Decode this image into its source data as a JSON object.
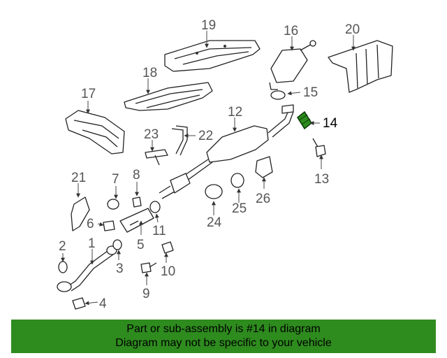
{
  "diagram": {
    "callouts": [
      "1",
      "2",
      "3",
      "4",
      "5",
      "6",
      "7",
      "8",
      "9",
      "10",
      "11",
      "12",
      "13",
      "14",
      "15",
      "16",
      "17",
      "18",
      "19",
      "20",
      "21",
      "22",
      "23",
      "24",
      "25",
      "26"
    ],
    "highlighted": "14",
    "highlight_color": "#2e8b1e"
  },
  "banner": {
    "line1": "Part or sub-assembly is #14 in diagram",
    "line2": "Diagram may not be specific to your vehicle",
    "background": "#2e8b1e"
  }
}
